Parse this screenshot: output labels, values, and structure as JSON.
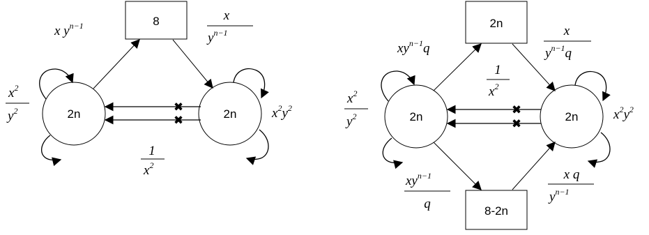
{
  "left_quiver": {
    "flavor_box": "8",
    "left_node": "2n",
    "right_node": "2n",
    "edge_to_box": {
      "base": "x y",
      "sup": "n−1"
    },
    "edge_from_box": {
      "num": "x",
      "den_base": "y",
      "den_sup": "n−1"
    },
    "left_loops": {
      "num_base": "x",
      "num_sup": "2",
      "den_base": "y",
      "den_sup": "2"
    },
    "right_loops": {
      "a": "x",
      "a_sup": "2",
      "b": "y",
      "b_sup": "2"
    },
    "bifund": {
      "num": "1",
      "den_base": "x",
      "den_sup": "2"
    }
  },
  "right_quiver": {
    "flavor_top": "2n",
    "flavor_bottom": "8-2n",
    "left_node": "2n",
    "right_node": "2n",
    "edge_to_top": {
      "a": "xy",
      "sup": "n−1",
      "b": "q"
    },
    "edge_from_top": {
      "num": "x",
      "den_a": "y",
      "den_sup": "n−1",
      "den_b": "q"
    },
    "left_loops": {
      "num_base": "x",
      "num_sup": "2",
      "den_base": "y",
      "den_sup": "2"
    },
    "right_loops": {
      "a": "x",
      "a_sup": "2",
      "b": "y",
      "b_sup": "2"
    },
    "bifund": {
      "num": "1",
      "den_base": "x",
      "den_sup": "2"
    },
    "edge_to_bottom": {
      "num_a": "xy",
      "num_sup": "n−1",
      "den": "q"
    },
    "edge_from_bottom": {
      "num": "x q",
      "den_base": "y",
      "den_sup": "n−1"
    }
  },
  "colors": {
    "stroke": "#000000",
    "background": "#ffffff"
  }
}
